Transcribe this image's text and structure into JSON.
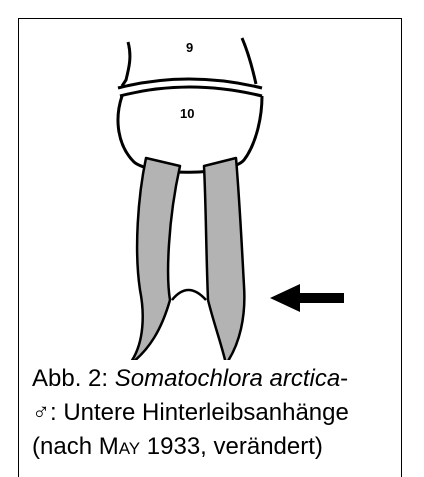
{
  "figure": {
    "segment_labels": {
      "seg9": "9",
      "seg10": "10"
    },
    "fill_color": "#b3b3b3",
    "arrow_icon": "arrow-left-icon"
  },
  "caption": {
    "prefix": "Abb. 2: ",
    "species": "Somatochlora arctica",
    "dash": "-",
    "sex_symbol": "♂",
    "line2_rest": ": Untere Hinterleibsanhänge",
    "line3_open": "(nach ",
    "author": "May",
    "line3_rest": " 1933, verändert)"
  }
}
